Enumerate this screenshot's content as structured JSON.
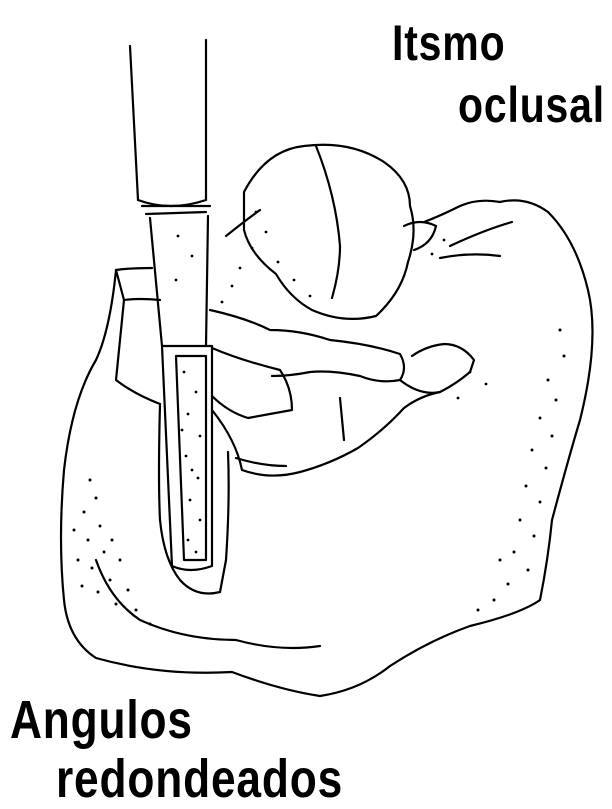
{
  "labels": {
    "top_right_line1": "Itsmo",
    "top_right_line2": "oclusal",
    "bottom_left_line1": "Angulos",
    "bottom_left_line2": "redondeados"
  },
  "colors": {
    "ink": "#000000",
    "paper": "#ffffff"
  }
}
